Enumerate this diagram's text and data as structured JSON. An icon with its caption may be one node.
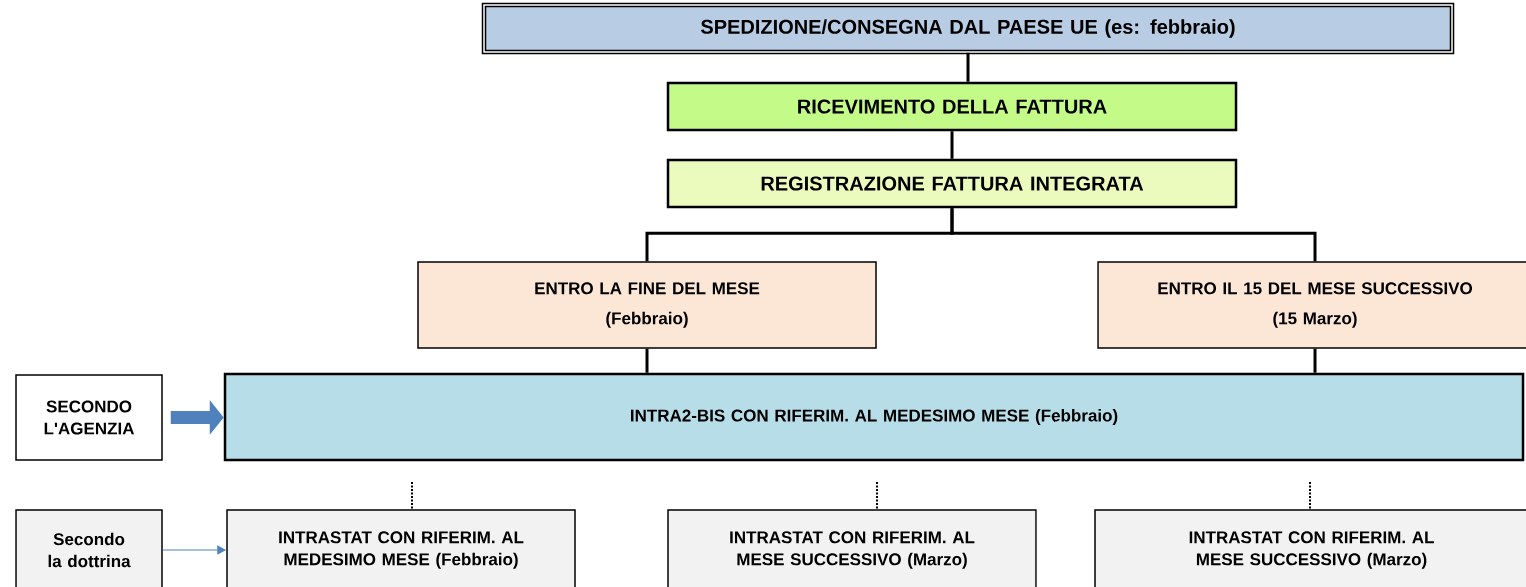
{
  "diagram": {
    "nodes": [
      {
        "text": [
          "SPEDIZIONE/CONSEGNA DAL PAESE UE (es: febbraio)"
        ]
      },
      {
        "text": [
          "RICEVIMENTO DELLA FATTURA"
        ]
      },
      {
        "text": [
          "REGISTRAZIONE FATTURA INTEGRATA"
        ]
      },
      {
        "text": [
          "ENTRO LA FINE DEL MESE",
          "(Febbraio)"
        ]
      },
      {
        "text": [
          "ENTRO IL 15 DEL MESE SUCCESSIVO",
          "(15 Marzo)"
        ]
      },
      {
        "text": [
          "SECONDO L'AGENZIA"
        ]
      },
      {
        "text": [
          "INTRA2-BIS CON RIFERIM. AL MEDESIMO MESE (Febbraio)"
        ]
      },
      {
        "text": [
          "Secondo la dottrina"
        ]
      },
      {
        "text": [
          "INTRASTAT CON RIFERIM. AL MEDESIMO MESE (Febbraio)"
        ]
      },
      {
        "text": [
          "INTRASTAT CON RIFERIM. AL MESE SUCCESSIVO (Marzo)"
        ]
      },
      {
        "text": [
          "INTRASTAT CON RIFERIM. AL MESE SUCCESSIVO (Marzo)"
        ]
      }
    ],
    "edges": [
      {
        "from": 0,
        "to": 1,
        "arrow": "none"
      },
      {
        "from": 1,
        "to": 2,
        "arrow": "none"
      },
      {
        "from": 2,
        "to": 3,
        "arrow": "none"
      },
      {
        "from": 2,
        "to": 4,
        "arrow": "none"
      },
      {
        "from": 3,
        "to": 6,
        "arrow": "none"
      },
      {
        "from": 4,
        "to": 6,
        "arrow": "none"
      },
      {
        "from": 5,
        "to": 6,
        "arrow": "to",
        "style": "thick",
        "color": "#4f81bd"
      },
      {
        "from": 7,
        "to": 8,
        "arrow": "to",
        "color": "#4f81bd"
      },
      {
        "from": null,
        "to": 8,
        "arrow": "none",
        "style": "dashed"
      },
      {
        "from": null,
        "to": 9,
        "arrow": "none",
        "style": "dashed"
      },
      {
        "from": null,
        "to": 10,
        "arrow": "none",
        "style": "dashed"
      }
    ]
  }
}
